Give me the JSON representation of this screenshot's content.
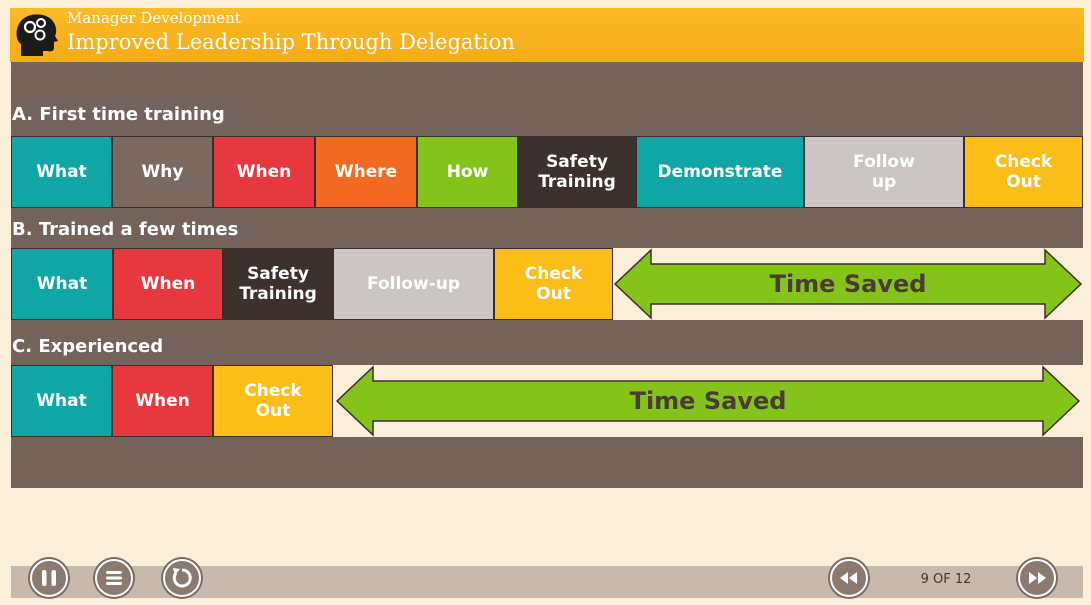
{
  "header": {
    "subtitle": "Manager Development",
    "title": "Improved Leadership Through Delegation",
    "logo_icon": "head-with-gears-icon"
  },
  "sections": [
    {
      "label": "A. First time training",
      "cells": [
        {
          "label": "What",
          "color": "#10a6a6"
        },
        {
          "label": "Why",
          "color": "#7a6a62"
        },
        {
          "label": "When",
          "color": "#e6393f"
        },
        {
          "label": "Where",
          "color": "#f26a21"
        },
        {
          "label": "How",
          "color": "#84c41a"
        },
        {
          "label": "Safety\nTraining",
          "color": "#3d312d"
        },
        {
          "label": "Demonstrate",
          "color": "#10a6a6"
        },
        {
          "label": "Follow\nup",
          "color": "#cbc6c3"
        },
        {
          "label": "Check\nOut",
          "color": "#fbbd18"
        }
      ]
    },
    {
      "label": "B. Trained a few times",
      "cells": [
        {
          "label": "What",
          "color": "#10a6a6"
        },
        {
          "label": "When",
          "color": "#e6393f"
        },
        {
          "label": "Safety\nTraining",
          "color": "#3d312d"
        },
        {
          "label": "Follow-up",
          "color": "#cbc6c3"
        },
        {
          "label": "Check\nOut",
          "color": "#fbbd18"
        }
      ],
      "saved_label": "Time Saved"
    },
    {
      "label": "C. Experienced",
      "cells": [
        {
          "label": "What",
          "color": "#10a6a6"
        },
        {
          "label": "When",
          "color": "#e6393f"
        },
        {
          "label": "Check\nOut",
          "color": "#fbbd18"
        }
      ],
      "saved_label": "Time Saved"
    }
  ],
  "controls": {
    "pause_icon": "pause-icon",
    "menu_icon": "menu-list-icon",
    "replay_icon": "replay-icon",
    "prev_icon": "rewind-icon",
    "next_icon": "fast-forward-icon",
    "page_indicator": "9 OF 12"
  },
  "colors": {
    "header": "#f6ac16",
    "panel": "#74635a",
    "arrow": "#84c41a",
    "background": "#fbefd9"
  }
}
